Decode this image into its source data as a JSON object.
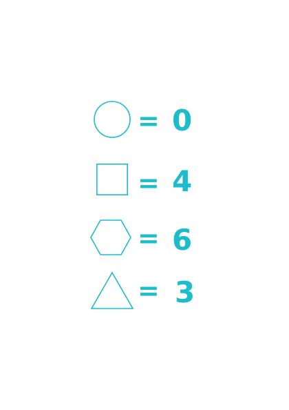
{
  "accent_color": "#1bbccb",
  "equations": [
    {
      "shape": "circle-icon",
      "symbol": "=",
      "value": "0"
    },
    {
      "shape": "square-icon",
      "symbol": "=",
      "value": "4"
    },
    {
      "shape": "hexagon-icon",
      "symbol": "=",
      "value": "6"
    },
    {
      "shape": "triangle-icon",
      "symbol": "=",
      "value": "3"
    }
  ]
}
